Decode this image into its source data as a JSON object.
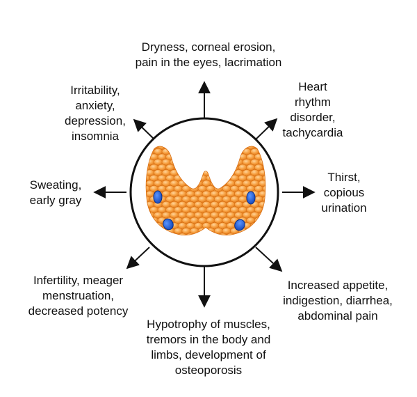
{
  "diagram": {
    "center_image": "thyroid-gland",
    "colors": {
      "lobe_fill": "#f5a040",
      "lobe_cell_stroke": "#d86e12",
      "node_fill": "#1f5fd6",
      "node_stroke": "#0b2f85",
      "circle_stroke": "#111111",
      "arrow": "#111111"
    },
    "symptoms": {
      "top": "Dryness, corneal erosion,\npain in the eyes, lacrimation",
      "upper_left": "Irritability,\nanxiety,\ndepression,\ninsomnia",
      "upper_right": "Heart\nrhythm\ndisorder,\ntachycardia",
      "left": "Sweating,\nearly gray",
      "right": "Thirst,\ncopious\nurination",
      "lower_left": "Infertility, meager\nmenstruation,\ndecreased potency",
      "lower_right": "Increased appetite,\nindigestion, diarrhea,\nabdominal pain",
      "bottom": "Hypotrophy of muscles,\ntremors in the body and\nlimbs, development of\nosteoporosis"
    }
  }
}
